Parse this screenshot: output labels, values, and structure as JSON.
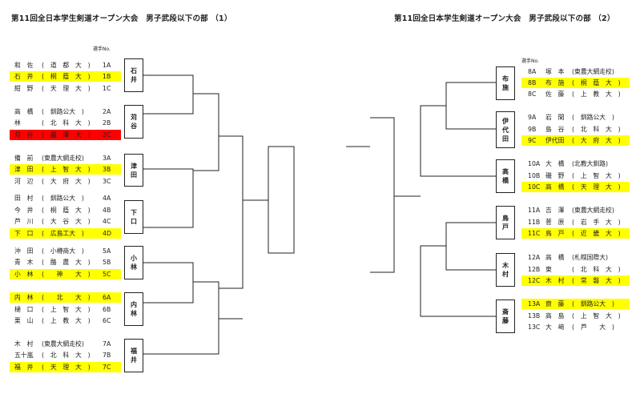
{
  "left": {
    "title": "第11回全日本学生剣道オープン大会　男子武段以下の部 （1）",
    "header_no": "選手No.",
    "pools": [
      {
        "winner": "石井",
        "rows": [
          {
            "name": "和　佐",
            "school": "(　道　都　大　)",
            "no": "1A",
            "hl": ""
          },
          {
            "name": "石　井",
            "school": "(　桐　蔭　大　)",
            "no": "1B",
            "hl": "yellow"
          },
          {
            "name": "紺　野",
            "school": "(　天　理　大　)",
            "no": "1C",
            "hl": ""
          }
        ]
      },
      {
        "winner": "苅谷",
        "rows": [
          {
            "name": "高　橋",
            "school": "(　釧路公大　)",
            "no": "2A",
            "hl": ""
          },
          {
            "name": "林",
            "school": "(　北　科　大　)",
            "no": "2B",
            "hl": ""
          },
          {
            "name": "苅　谷",
            "school": "(　麗　澤　大　)",
            "no": "2C",
            "hl": "red"
          }
        ]
      },
      {
        "winner": "津田",
        "rows": [
          {
            "name": "備　前",
            "school": "(東農大網走校)",
            "no": "3A",
            "hl": ""
          },
          {
            "name": "津　田",
            "school": "(　上　智　大　)",
            "no": "3B",
            "hl": "yellow"
          },
          {
            "name": "河　辺",
            "school": "(　大　府　大　)",
            "no": "3C",
            "hl": ""
          }
        ]
      },
      {
        "winner": "下口",
        "rows": [
          {
            "name": "田　村",
            "school": "(　釧路公大　)",
            "no": "4A",
            "hl": ""
          },
          {
            "name": "今　井",
            "school": "(　桐　蔭　大　)",
            "no": "4B",
            "hl": ""
          },
          {
            "name": "芦　川",
            "school": "(　大　谷　大　)",
            "no": "4C",
            "hl": ""
          },
          {
            "name": "下　口",
            "school": "(　広島工大　)",
            "no": "4D",
            "hl": "yellow"
          }
        ]
      },
      {
        "winner": "小林",
        "rows": [
          {
            "name": "沖　田",
            "school": "(　小樽商大　)",
            "no": "5A",
            "hl": ""
          },
          {
            "name": "青　木",
            "school": "(　酪　農　大　)",
            "no": "5B",
            "hl": ""
          },
          {
            "name": "小　林",
            "school": "(　　神　　大　)",
            "no": "5C",
            "hl": "yellow"
          }
        ]
      },
      {
        "winner": "内林",
        "rows": [
          {
            "name": "内　林",
            "school": "(　　北　　大　)",
            "no": "6A",
            "hl": "yellow"
          },
          {
            "name": "樋　口",
            "school": "(　上　智　大　)",
            "no": "6B",
            "hl": ""
          },
          {
            "name": "栗　山",
            "school": "(　上　教　大　)",
            "no": "6C",
            "hl": ""
          }
        ]
      },
      {
        "winner": "福井",
        "rows": [
          {
            "name": "木　村",
            "school": "(東農大網走校)",
            "no": "7A",
            "hl": ""
          },
          {
            "name": "五十嵐",
            "school": "(　北　科　大　)",
            "no": "7B",
            "hl": ""
          },
          {
            "name": "福　井",
            "school": "(　天　理　大　)",
            "no": "7C",
            "hl": "yellow"
          }
        ]
      }
    ]
  },
  "right": {
    "title": "第11回全日本学生剣道オープン大会　男子武段以下の部 （2）",
    "header_no": "選手No.",
    "pools": [
      {
        "winner": "布施",
        "rows": [
          {
            "no": "8A",
            "name": "塚　本",
            "school": "(東農大網走校)",
            "hl": ""
          },
          {
            "no": "8B",
            "name": "布　施",
            "school": "(　桐　蔭　大　)",
            "hl": "yellow"
          },
          {
            "no": "8C",
            "name": "佐　藤",
            "school": "(　上　教　大　)",
            "hl": ""
          }
        ]
      },
      {
        "winner": "伊代田",
        "rows": [
          {
            "no": "9A",
            "name": "岩　間",
            "school": "(　釧路公大　)",
            "hl": ""
          },
          {
            "no": "9B",
            "name": "島　谷",
            "school": "(　北　科　大　)",
            "hl": ""
          },
          {
            "no": "9C",
            "name": "伊代田",
            "school": "(　大　府　大　)",
            "hl": "yellow"
          }
        ]
      },
      {
        "winner": "高橋",
        "rows": [
          {
            "no": "10A",
            "name": "大　橋",
            "school": "(北教大釧路)",
            "hl": ""
          },
          {
            "no": "10B",
            "name": "磯　野",
            "school": "(　上　智　大　)",
            "hl": ""
          },
          {
            "no": "10C",
            "name": "高　橋",
            "school": "(　天　理　大　)",
            "hl": "yellow"
          }
        ]
      },
      {
        "winner": "鳥戸",
        "rows": [
          {
            "no": "11A",
            "name": "吉　澤",
            "school": "(東農大網走校)",
            "hl": ""
          },
          {
            "no": "11B",
            "name": "菅　原",
            "school": "(　岩　手　大　)",
            "hl": ""
          },
          {
            "no": "11C",
            "name": "鳥　戸",
            "school": "(　近　畿　大　)",
            "hl": "yellow"
          }
        ]
      },
      {
        "winner": "木村",
        "rows": [
          {
            "no": "12A",
            "name": "高　橋",
            "school": "(札幌国際大)",
            "hl": ""
          },
          {
            "no": "12B",
            "name": "東",
            "school": "(　北　科　大　)",
            "hl": ""
          },
          {
            "no": "12C",
            "name": "木　村",
            "school": "(　常　磐　大　)",
            "hl": "yellow"
          }
        ]
      },
      {
        "winner": "斎藤",
        "rows": [
          {
            "no": "13A",
            "name": "齋　藤",
            "school": "(　釧路公大　)",
            "hl": "yellow"
          },
          {
            "no": "13B",
            "name": "高　島",
            "school": "(　上　智　大　)",
            "hl": ""
          },
          {
            "no": "13C",
            "name": "大　﨑",
            "school": "(　芦　　大　)",
            "hl": ""
          }
        ]
      }
    ]
  }
}
